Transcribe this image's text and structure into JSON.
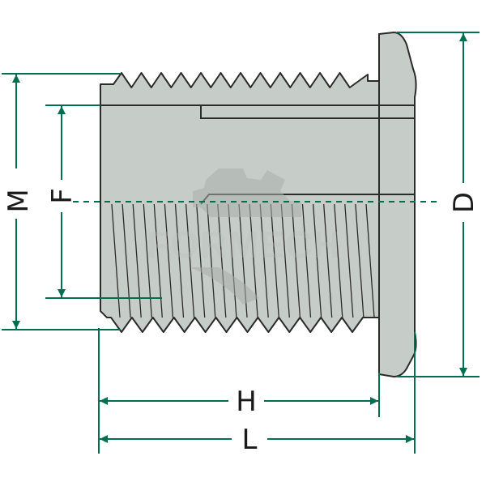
{
  "diagram": {
    "labels": {
      "M": "M",
      "F": "F",
      "D": "D",
      "H": "H",
      "L": "L"
    },
    "watermark": "FORMECH",
    "colors": {
      "part_fill": "#c6cdc8",
      "part_stroke": "#2b2b2b",
      "dimension": "#006e4f",
      "label": "#1a1a1a"
    }
  }
}
